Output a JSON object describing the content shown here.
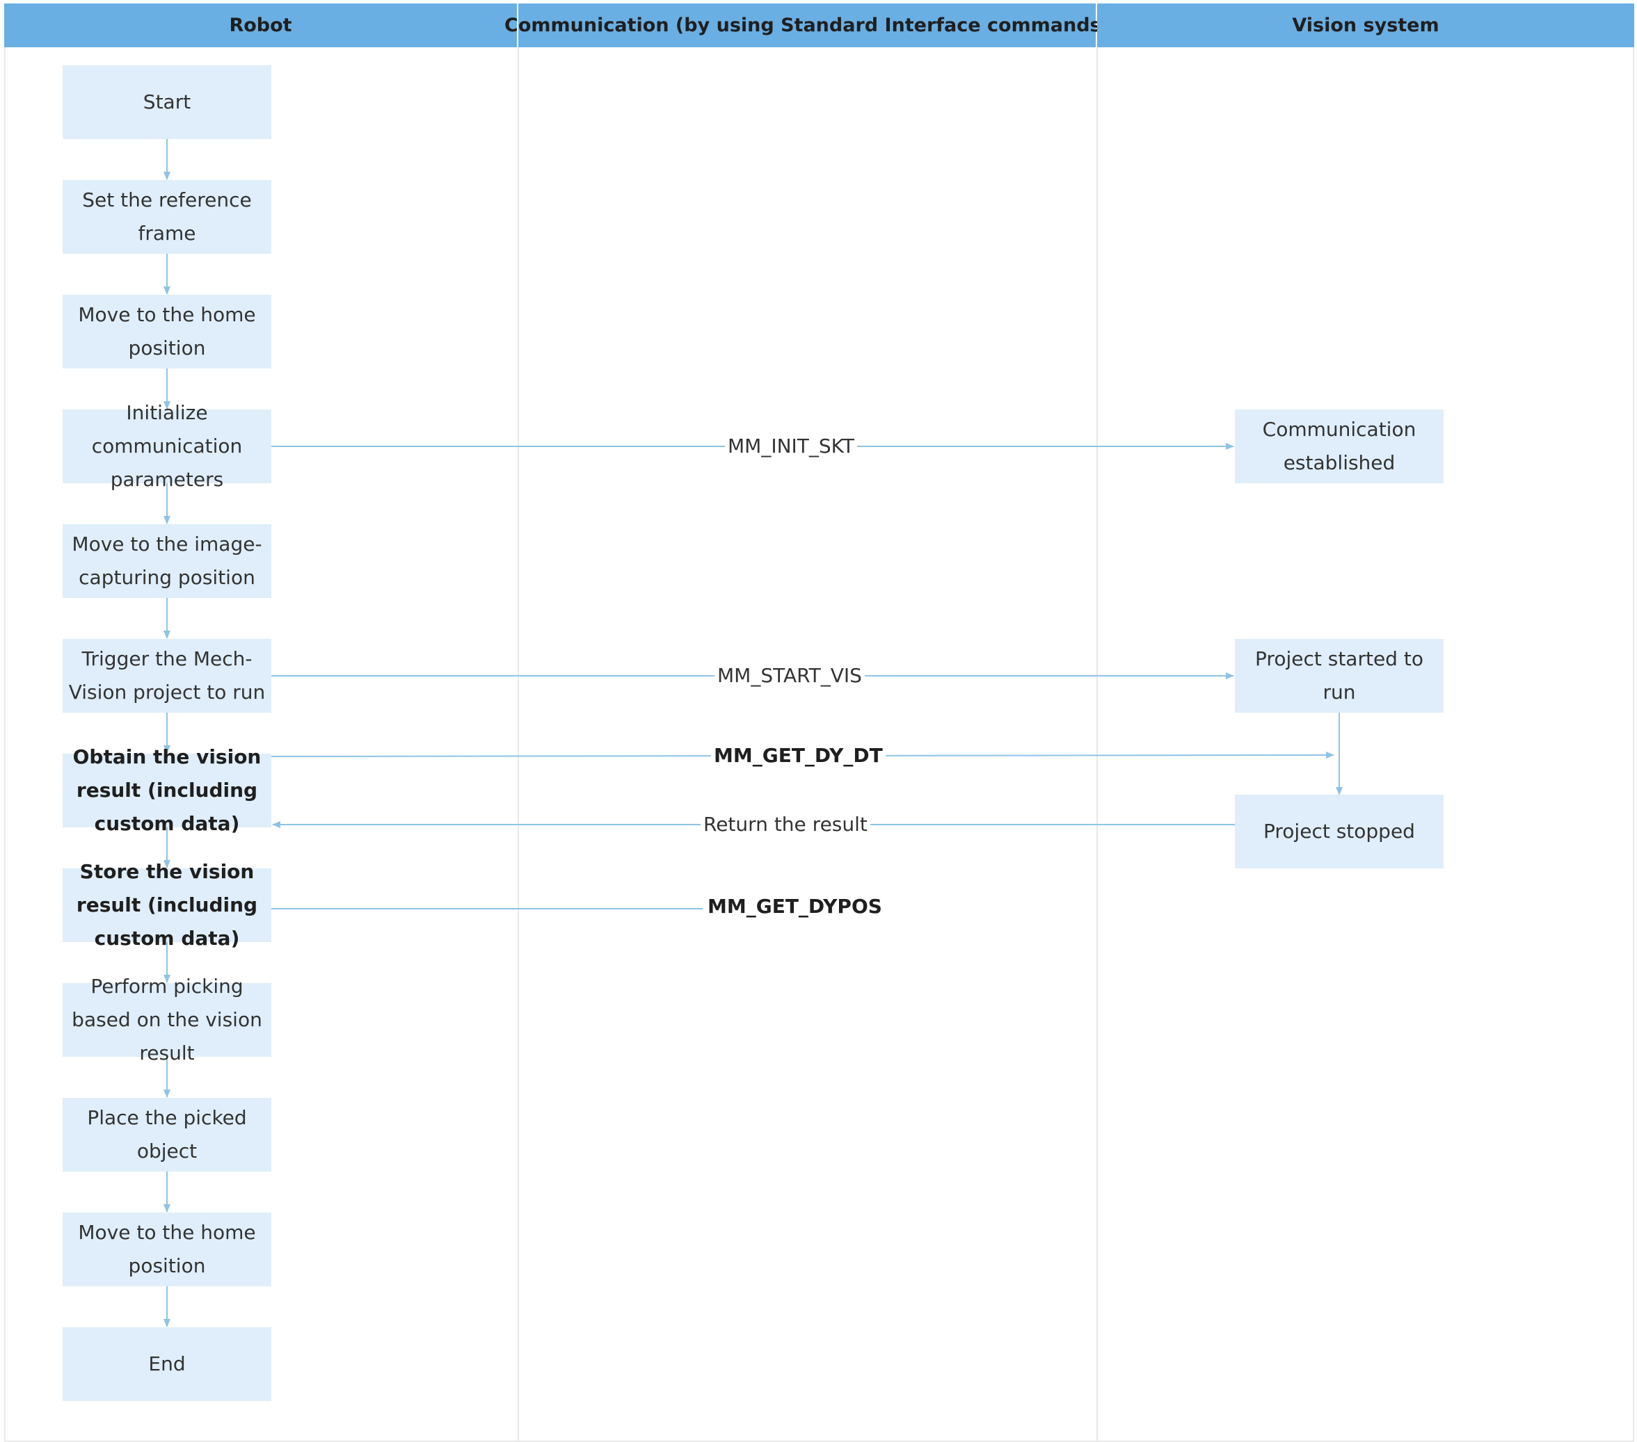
{
  "lanes": {
    "robot": "Robot",
    "communication": "Communication (by using Standard Interface commands)",
    "vision": "Vision system"
  },
  "robot_steps": {
    "start": "Start",
    "set_ref_frame": "Set the reference frame",
    "move_home_1": "Move to the home position",
    "init_comm": "Initialize communication parameters",
    "move_capture": "Move to the image-capturing position",
    "trigger_project": "Trigger the Mech-Vision project to run",
    "obtain_result": "Obtain the vision result (including custom data)",
    "store_result": "Store the vision result (including custom data)",
    "perform_picking": "Perform picking based on the vision result",
    "place_object": "Place the picked object",
    "move_home_2": "Move to the home position",
    "end": "End"
  },
  "vision_steps": {
    "comm_established": "Communication established",
    "project_started": "Project started to run",
    "project_stopped": "Project stopped"
  },
  "messages": {
    "init_skt": "MM_INIT_SKT",
    "start_vis": "MM_START_VIS",
    "get_dy_dt": "MM_GET_DY_DT",
    "return_result": "Return the result",
    "get_dypos": "MM_GET_DYPOS"
  },
  "colors": {
    "header_bg": "#6aafe3",
    "node_bg": "#dfeefa",
    "arrow": "#8fc3e6",
    "divider": "#e8e8e8"
  }
}
